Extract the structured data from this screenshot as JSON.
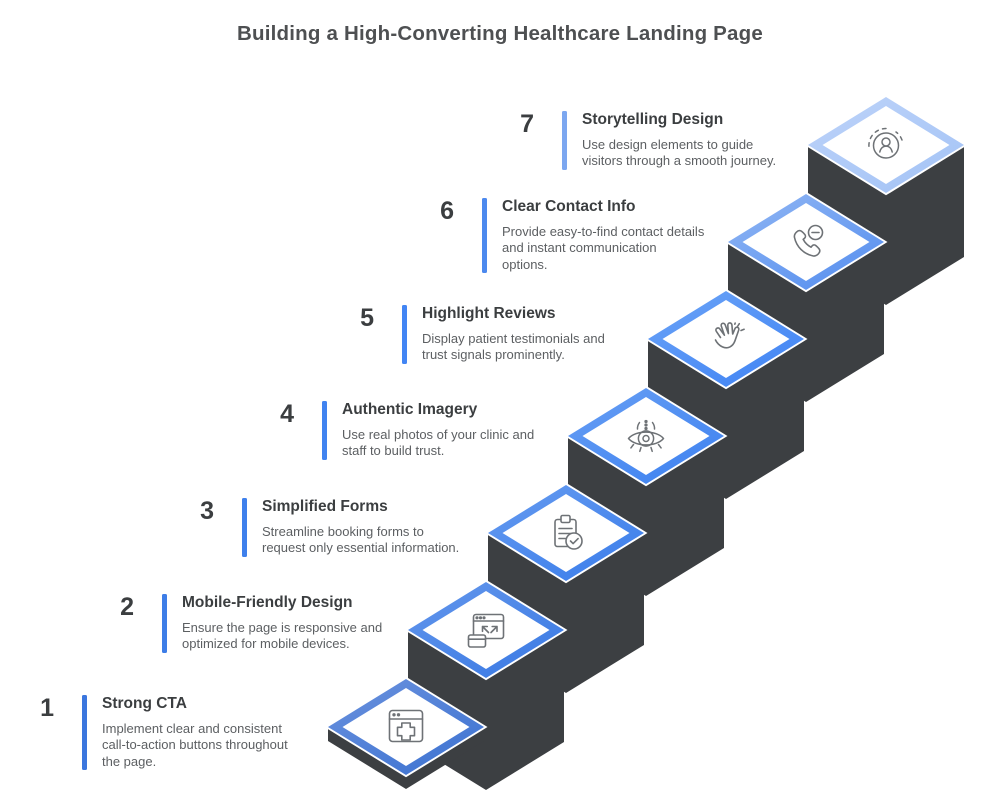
{
  "title": "Building a High-Converting Healthcare Landing Page",
  "colors": {
    "background": "#ffffff",
    "block": "#3C3F42",
    "title_text": "#4E5052",
    "number_text": "#3B3E40",
    "step_title_text": "#3B3E40",
    "description_text": "#5C5F62",
    "icon_stroke": "#6E7276",
    "diamond_inner": "#ffffff"
  },
  "steps": [
    {
      "number": "1",
      "title": "Strong CTA",
      "description": "Implement clear and consistent\ncall-to-action buttons throughout\nthe page.",
      "icon": "browser-medical-cross-icon",
      "accent": "#3F74D2",
      "accent_light": "#6B92DE",
      "bar_color": "#3B76DE"
    },
    {
      "number": "2",
      "title": "Mobile-Friendly Design",
      "description": "Ensure the page is responsive and\noptimized for mobile devices.",
      "icon": "responsive-window-icon",
      "accent": "#3C7BE4",
      "accent_light": "#6497EC",
      "bar_color": "#3D7DE7"
    },
    {
      "number": "3",
      "title": "Simplified Forms",
      "description": "Streamline booking forms to\nrequest only essential information.",
      "icon": "clipboard-check-icon",
      "accent": "#3D7FEB",
      "accent_light": "#669BF0",
      "bar_color": "#3E80EC"
    },
    {
      "number": "4",
      "title": "Authentic Imagery",
      "description": "Use real photos of your clinic and\nstaff to build trust.",
      "icon": "eye-icon",
      "accent": "#4083F0",
      "accent_light": "#689FF4",
      "bar_color": "#4083F0"
    },
    {
      "number": "5",
      "title": "Highlight Reviews",
      "description": "Display patient testimonials and\ntrust signals prominently.",
      "icon": "waving-hand-icon",
      "accent": "#4285F4",
      "accent_light": "#6CA4F7",
      "bar_color": "#4285F4"
    },
    {
      "number": "6",
      "title": "Clear Contact Info",
      "description": "Provide easy-to-find contact details\nand instant communication\noptions.",
      "icon": "phone-minus-icon",
      "accent": "#5890EF",
      "accent_light": "#92B7F4",
      "bar_color": "#4C89EE"
    },
    {
      "number": "7",
      "title": "Storytelling Design",
      "description": "Use design elements to guide\nvisitors through a smooth journey.",
      "icon": "person-circle-icon",
      "accent": "#A5C4F6",
      "accent_light": "#BDD3F9",
      "bar_color": "#7CA7F0"
    }
  ]
}
